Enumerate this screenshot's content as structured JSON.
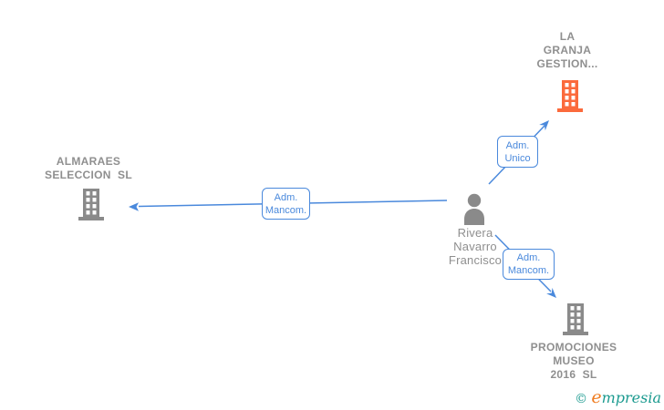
{
  "colors": {
    "edge": "#4a89dc",
    "icon_gray": "#8a8a8a",
    "label_gray": "#8f8f8f",
    "building_orange": "#fb6a3c",
    "watermark_teal": "#1b9a8f",
    "watermark_orange": "#ef7d22"
  },
  "nodes": {
    "la_granja": {
      "type": "company",
      "label": "LA\nGRANJA\nGESTION..."
    },
    "almaraes": {
      "type": "company",
      "label": "ALMARAES\nSELECCION  SL"
    },
    "promociones": {
      "type": "company",
      "label": "PROMOCIONES\nMUSEO\n2016  SL"
    },
    "person": {
      "type": "person",
      "label": "Rivera\nNavarro\nFrancisco"
    }
  },
  "edges": {
    "person_to_la_granja": {
      "label": "Adm.\nUnico"
    },
    "person_to_almaraes": {
      "label": "Adm.\nMancom."
    },
    "person_to_promociones": {
      "label": "Adm.\nMancom."
    }
  },
  "watermark": {
    "copyright": "©",
    "brand_initial": "e",
    "brand_rest": "mpresia"
  }
}
